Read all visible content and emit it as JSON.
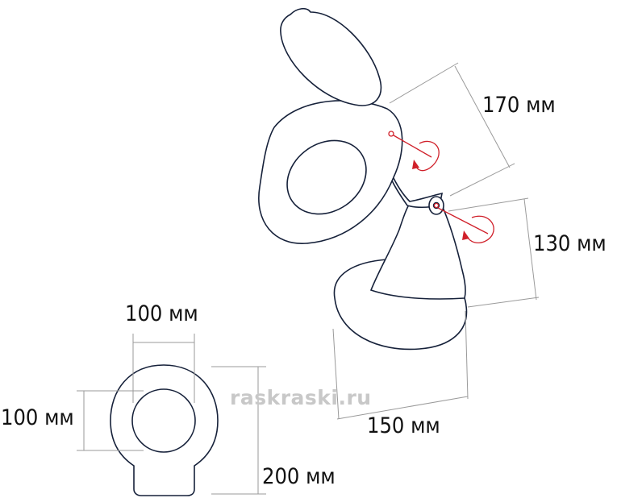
{
  "dimensions": {
    "arm_length": "170 мм",
    "neck_height": "130 мм",
    "base_width": "150 мм",
    "lens_width": "100 мм",
    "lens_height": "100 мм",
    "total_height": "200 мм"
  },
  "watermark": "raskraski.ru",
  "colors": {
    "outline": "#16213a",
    "dimension_line": "#9a9a9a",
    "rotation_arrow": "#d0202a",
    "watermark": "#c8c8c8"
  }
}
